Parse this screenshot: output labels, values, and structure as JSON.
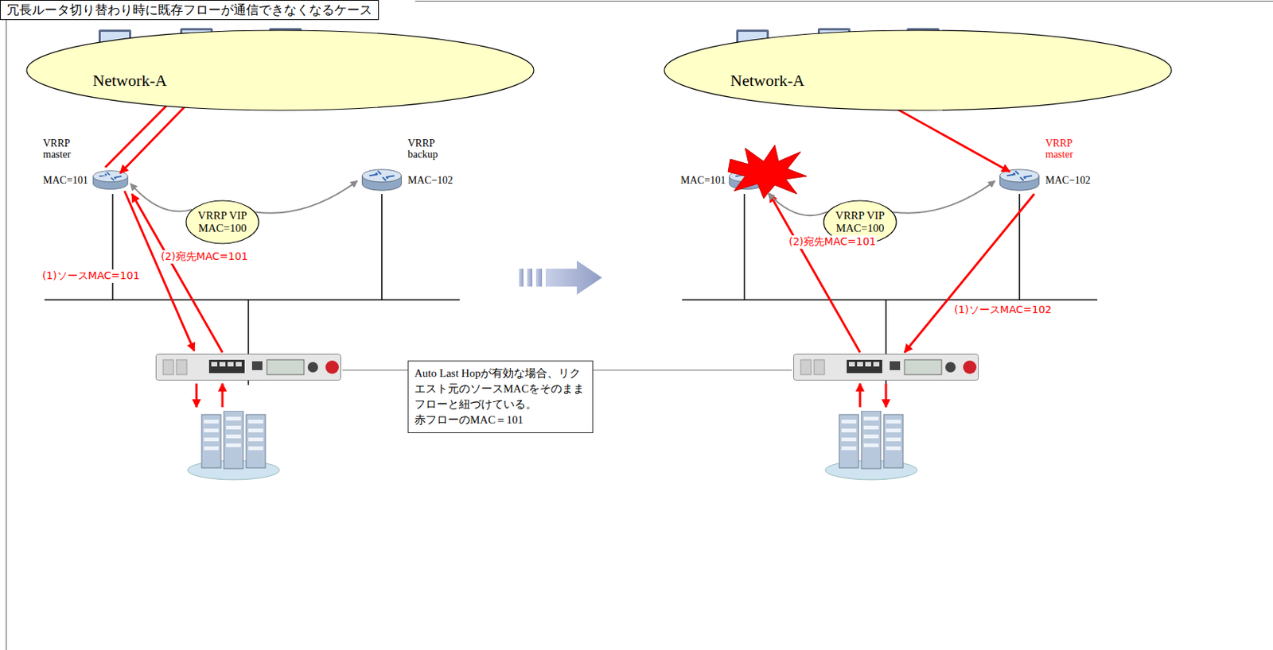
{
  "diagram": {
    "nodes": [
      {
        "text": [
          "冗長ルータ切り替わり時に既存フローが通信できなくなるケース"
        ]
      },
      {
        "text": [
          "Network-A"
        ]
      },
      {
        "text": [
          "VRRP master",
          "MAC=101"
        ]
      },
      {
        "text": [
          "VRRP backup",
          "MAC−102"
        ]
      },
      {
        "text": [
          "VRRP VIP",
          "MAC=100"
        ]
      },
      {
        "text": [
          "Network-A"
        ]
      },
      {
        "text": [
          "MAC=101"
        ]
      },
      {
        "text": [
          "VRRP master",
          "MAC−102"
        ]
      },
      {
        "text": [
          "VRRP VIP",
          "MAC=100"
        ]
      },
      {
        "text": [
          "Auto Last Hopが有効な場合、リクエスト元のソースMACをそのままフローと紐づけている。",
          "赤フローのMAC＝101"
        ]
      }
    ],
    "edges": [
      {
        "from": 4,
        "to": 2,
        "arrow": "to"
      },
      {
        "from": 4,
        "to": 3,
        "arrow": "to"
      },
      {
        "from": 8,
        "to": 6,
        "arrow": "to"
      },
      {
        "from": 8,
        "to": 7,
        "arrow": "to"
      }
    ],
    "labels": [
      "(1)ソースMAC=101",
      "(2)宛先MAC=101",
      "(2)宛先MAC=101",
      "(1)ソースMAC=102"
    ]
  }
}
